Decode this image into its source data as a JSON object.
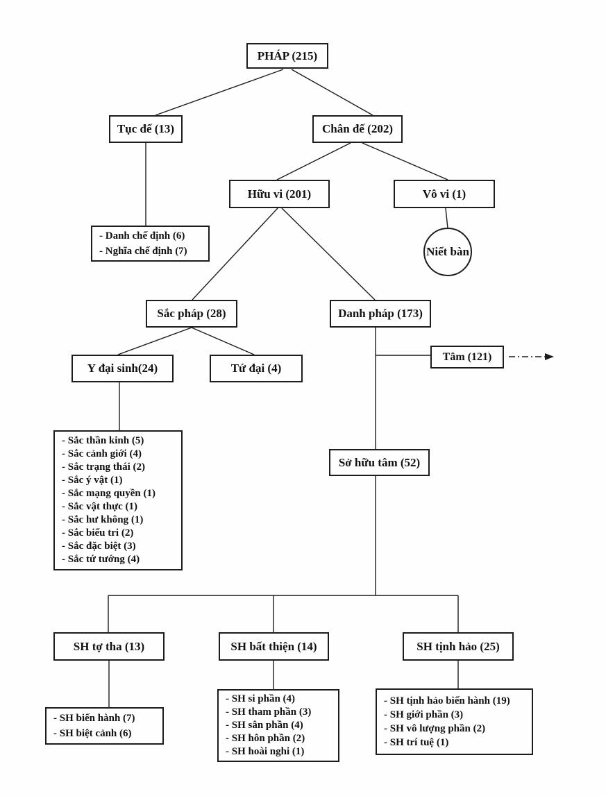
{
  "diagram": {
    "root_label": "PHÁP (215)",
    "line_color": "#1c1c1c",
    "background": "#fefefe",
    "nodes": {
      "phap": {
        "label": "PHÁP (215)"
      },
      "tuc_de": {
        "label": "Tục đế (13)"
      },
      "chan_de": {
        "label": "Chân đế (202)"
      },
      "huu_vi": {
        "label": "Hữu vi (201)"
      },
      "vo_vi": {
        "label": "Vô vi (1)"
      },
      "che_dinh_list": {
        "items": [
          "- Danh chế định (6)",
          "- Nghĩa chế định (7)"
        ]
      },
      "niet_ban": {
        "label": "Niết bàn"
      },
      "sac_phap": {
        "label": "Sắc pháp (28)"
      },
      "danh_phap": {
        "label": "Danh pháp (173)"
      },
      "y_dai_sinh": {
        "label": "Y đại sinh(24)"
      },
      "tu_dai": {
        "label": "Tứ đại (4)"
      },
      "tam": {
        "label": "Tâm (121)"
      },
      "sac_list": {
        "items": [
          "- Sắc thần kinh (5)",
          "- Sắc cảnh giới (4)",
          "- Sắc trạng thái (2)",
          "- Sắc ý vật (1)",
          "- Sắc mạng quyền (1)",
          "- Sắc vật thực (1)",
          "- Sắc hư không (1)",
          "- Sắc biểu tri (2)",
          "- Sắc đặc biệt (3)",
          "- Sắc tứ tướng (4)"
        ]
      },
      "so_huu_tam": {
        "label": "Sở hữu tâm (52)"
      },
      "sh_to_tha": {
        "label": "SH tợ tha (13)"
      },
      "sh_bat_thien": {
        "label": "SH bất thiện (14)"
      },
      "sh_tinh_hao": {
        "label": "SH tịnh hảo (25)"
      },
      "sh_to_tha_list": {
        "items": [
          "- SH biến hành (7)",
          "- SH biệt cảnh (6)"
        ]
      },
      "sh_bat_thien_list": {
        "items": [
          "- SH si phần (4)",
          "- SH tham phần (3)",
          "- SH sân phần (4)",
          "- SH hôn phần (2)",
          "- SH hoài nghi (1)"
        ]
      },
      "sh_tinh_hao_list": {
        "items": [
          "- SH tịnh hảo biến hành (19)",
          "- SH giới phần (3)",
          "- SH vô lượng phần (2)",
          "- SH trí tuệ (1)"
        ]
      }
    }
  }
}
